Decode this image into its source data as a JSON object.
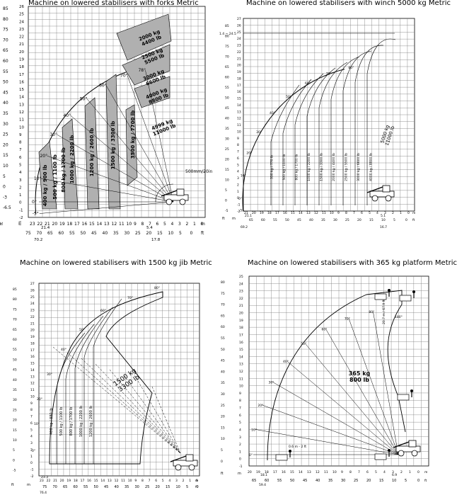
{
  "panels": [
    {
      "title": "Machine on lowered stabilisers with forks Metric",
      "loads": [
        "2000 kg\n4400 lb",
        "2500 kg\n5500 lb",
        "3000 kg\n6600 lb",
        "4000 kg\n8800 lb",
        "4999 kg\n11000 lb",
        "3500 kg / 7700 lb",
        "1500 kg / 3300 lb",
        "1200 kg / 2600 lb",
        "1000 kg / 2200 lb",
        "800 kg / 1700 lb",
        "500 kg / 1100 lb",
        "400 kg / 900 lb"
      ],
      "note": "500mm/20in",
      "marks": [
        "21.4",
        "70.2",
        "5.4",
        "17.8"
      ],
      "axis_unit_ft": "ft",
      "axis_unit_m": "m"
    },
    {
      "title": "Machine on lowered stabilisers with winch 5000 kg Metric",
      "loads": [
        "5000 kg\n11000 lb",
        "350 kg / 770 lb",
        "500 kg / 1100 lb",
        "800 kg / 1700 lb",
        "1000 kg / 2200 lb",
        "1500 kg / 3300 lb",
        "2000 kg / 4400 lb",
        "2500 kg / 5500 lb",
        "3000 kg / 6600 lb",
        "4000 kg / 8800 lb"
      ],
      "marks": [
        "1.4 ~ 24.5",
        "21.1",
        "69.2",
        "5.1",
        "16.7"
      ],
      "axis_unit_ft": "ft",
      "axis_unit_m": "m"
    },
    {
      "title": "Machine on lowered stabilisers with 1500 kg jib Metric",
      "loads": [
        "1500 kg\n3300 lb",
        "400 kg / 880 lb",
        "500 kg / 1100 lb",
        "800 kg / 1700 lb",
        "1000 kg / 2200 lb",
        "1200 kg / 2600 lb"
      ],
      "marks": [
        "23.3",
        "76.4"
      ],
      "axis_unit_ft": "ft",
      "axis_unit_m": "m"
    },
    {
      "title": "Machine on lowered stabilisers with 365 kg platform Metric",
      "loads": [
        "365 kg\n800 lb"
      ],
      "note": "0.6 m - 2 ft",
      "note2": "20.7 m / 67.9 ft",
      "marks": [
        "18.1",
        "59.4",
        "6.9",
        "180°"
      ],
      "axis_unit_ft": "ft",
      "axis_unit_m": "m"
    }
  ]
}
